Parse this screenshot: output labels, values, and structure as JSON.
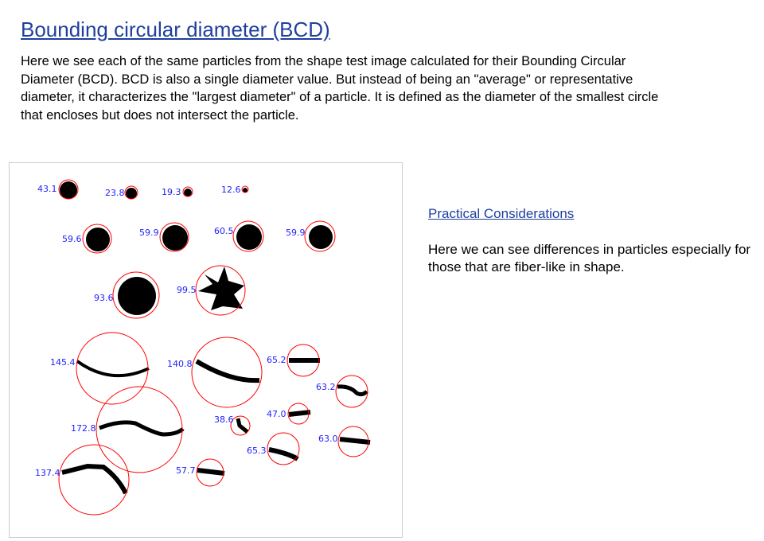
{
  "title": "Bounding circular diameter (BCD)",
  "intro": "Here we see each of the same particles from the shape test image calculated for their Bounding Circular Diameter (BCD).  BCD is also a single diameter value. But instead of being an \"average\" or representative diameter, it characterizes the \"largest diameter\" of a particle.  It is defined as the diameter of the smallest circle that encloses but does not intersect the particle.",
  "figure": {
    "particle_labels": [
      "43.1",
      "23.8",
      "19.3",
      "12.6",
      "59.6",
      "59.9",
      "60.5",
      "59.9",
      "93.6",
      "99.5",
      "145.4",
      "140.8",
      "65.2",
      "63.2",
      "47.0",
      "38.6",
      "172.8",
      "63.0",
      "65.3",
      "57.7",
      "137.4"
    ],
    "colors": {
      "circle": "#ff0000",
      "label": "#2020ff",
      "particle": "#000000"
    }
  },
  "side": {
    "heading": "Practical Considerations",
    "text": "Here we can see differences in particles especially for those that are fiber-like in shape."
  }
}
